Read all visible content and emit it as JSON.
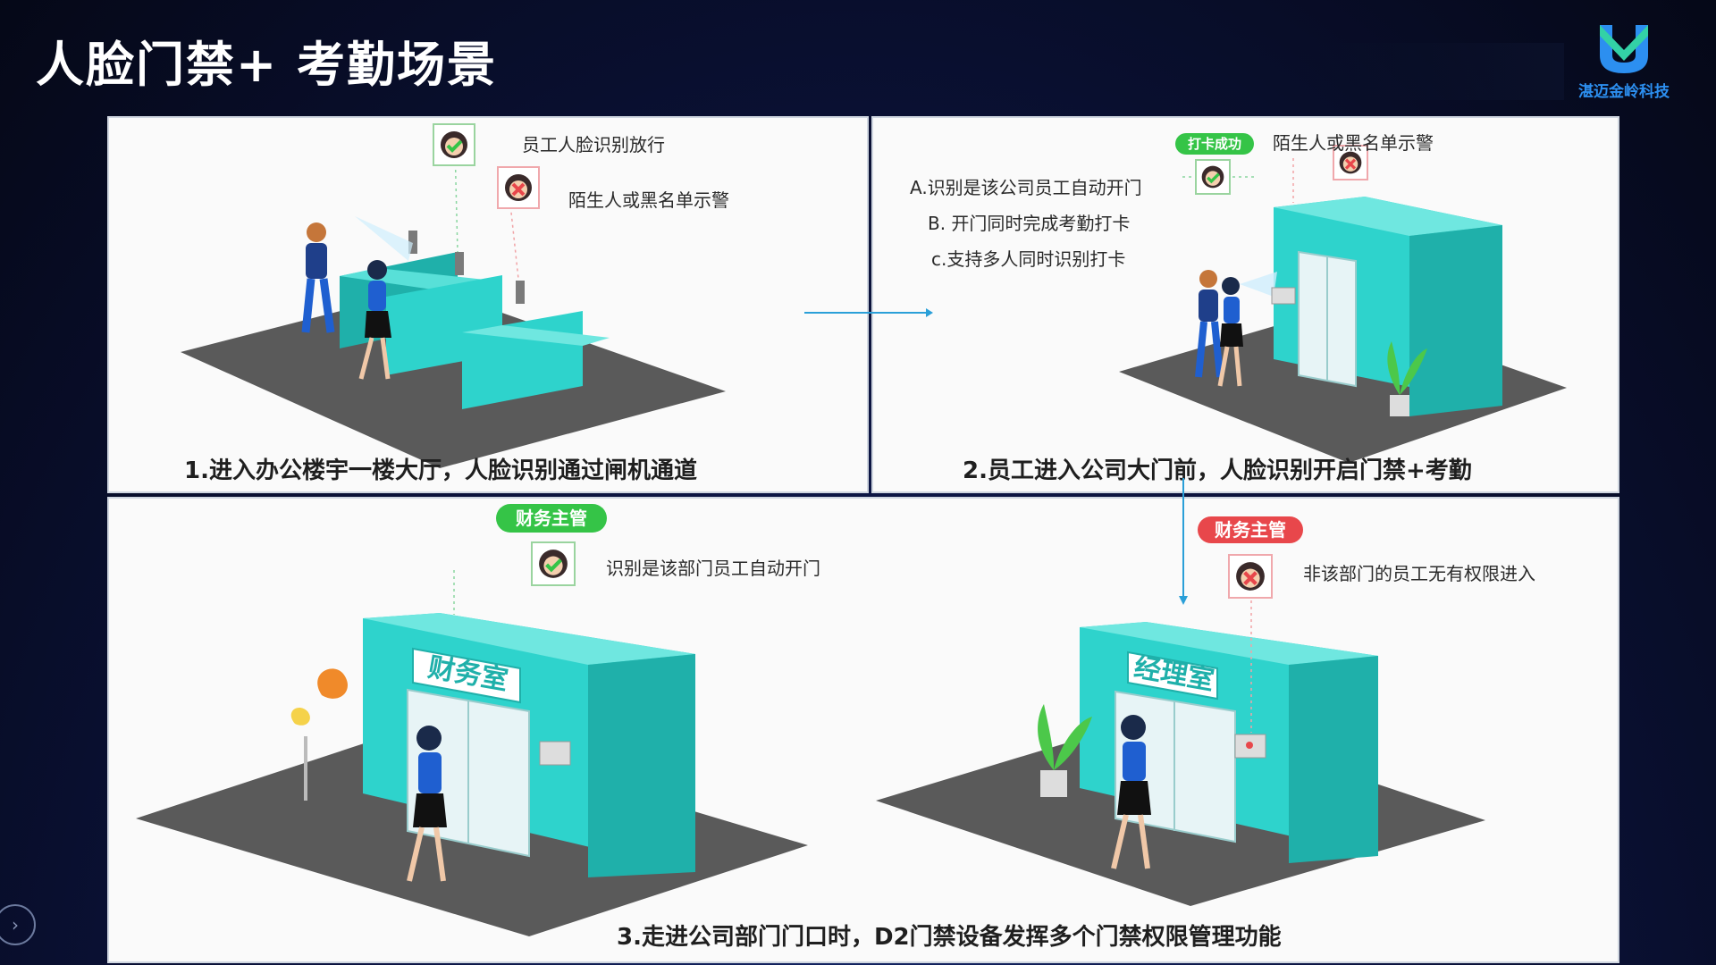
{
  "slide": {
    "title": "人脸门禁+ 考勤场景",
    "logo_text": "湛迈金岭科技"
  },
  "panel1": {
    "note_pass": "员工人脸识别放行",
    "note_alarm": "陌生人或黑名单示警",
    "caption": "1.进入办公楼宇一楼大厅，人脸识别通过闸机通道"
  },
  "panel2": {
    "badge": "打卡成功",
    "note_alarm": "陌生人或黑名单示警",
    "point_a": "A.识别是该公司员工自动开门",
    "point_b": "B. 开门同时完成考勤打卡",
    "point_c": "c.支持多人同时识别打卡",
    "caption": "2.员工进入公司大门前，人脸识别开启门禁+考勤"
  },
  "panel3": {
    "badge_left": "财务主管",
    "note_left": "识别是该部门员工自动开门",
    "room_left": "财务室",
    "badge_right": "财务主管",
    "note_right": "非该部门的员工无有权限进入",
    "room_right": "经理室",
    "caption": "3.走进公司部门门口时，D2门禁设备发挥多个门禁权限管理功能"
  },
  "colors": {
    "teal": "#2ed3cc",
    "teal_dark": "#1fb0aa",
    "floor": "#5a5a5a",
    "ok_green": "#35c447",
    "alarm_red": "#e8474b",
    "flow_blue": "#2a9fd8"
  }
}
